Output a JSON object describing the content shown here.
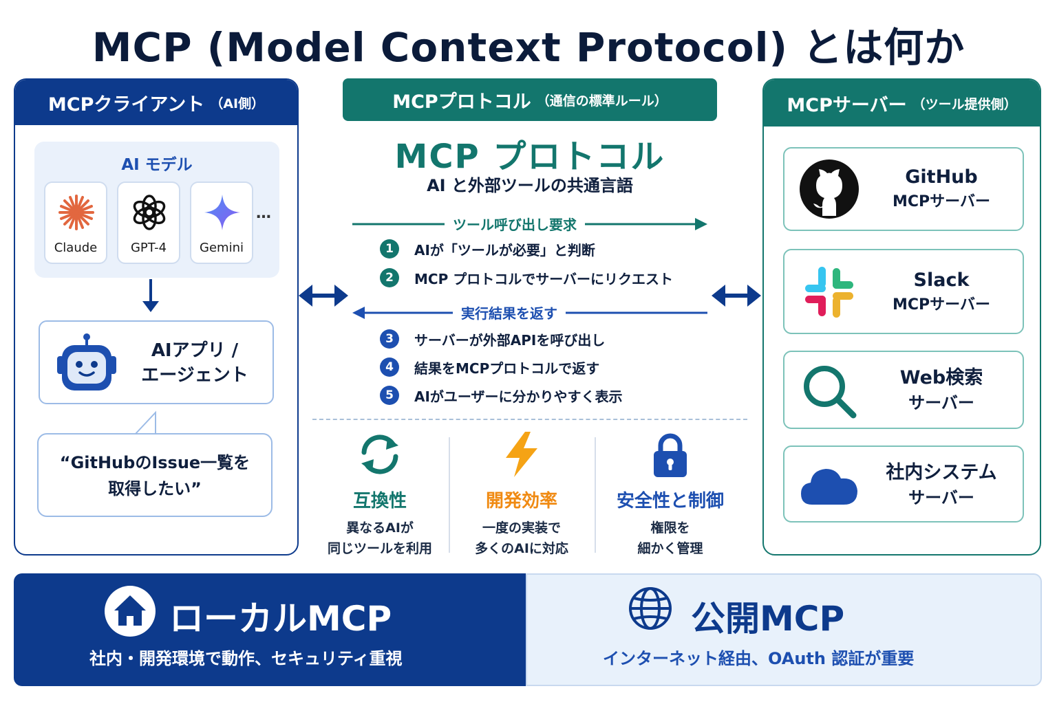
{
  "title": "MCP (Model Context Protocol) とは何か",
  "client": {
    "title": "MCPクライアント",
    "subtitle": "（AI側）",
    "models_title": "AI モデル",
    "models": [
      {
        "name": "Claude",
        "icon": "claude-logo-icon"
      },
      {
        "name": "GPT-4",
        "icon": "openai-logo-icon"
      },
      {
        "name": "Gemini",
        "icon": "gemini-logo-icon"
      }
    ],
    "more": "…",
    "agent_line1": "AIアプリ /",
    "agent_line2": "エージェント",
    "request_line1": "“GitHubのIssue一覧を",
    "request_line2": "取得したい”"
  },
  "protocol": {
    "header": "MCPプロトコル",
    "header_sub": "（通信の標準ルール）",
    "title": "MCP プロトコル",
    "subtitle": "AI と外部ツールの共通言語",
    "request_label": "ツール呼び出し要求",
    "response_label": "実行結果を返す",
    "steps": [
      {
        "num": "1",
        "text": "AIが「ツールが必要」と判断"
      },
      {
        "num": "2",
        "text": "MCP プロトコルでサーバーにリクエスト"
      },
      {
        "num": "3",
        "text": "サーバーが外部APIを呼び出し"
      },
      {
        "num": "4",
        "text": "結果をMCPプロトコルで返す"
      },
      {
        "num": "5",
        "text": "AIがユーザーに分かりやすく表示"
      }
    ],
    "features": [
      {
        "name": "互換性",
        "desc1": "異なるAIが",
        "desc2": "同じツールを利用",
        "color": "#13766d",
        "icon": "sync-icon"
      },
      {
        "name": "開発効率",
        "desc1": "一度の実装で",
        "desc2": "多くのAIに対応",
        "color": "#f08a12",
        "icon": "lightning-icon"
      },
      {
        "name": "安全性と制御",
        "desc1": "権限を",
        "desc2": "細かく管理",
        "color": "#1d4fb0",
        "icon": "lock-icon"
      }
    ]
  },
  "server": {
    "title": "MCPサーバー",
    "subtitle": "（ツール提供側）",
    "items": [
      {
        "line1": "GitHub",
        "line2": "MCPサーバー",
        "icon": "github-logo-icon"
      },
      {
        "line1": "Slack",
        "line2": "MCPサーバー",
        "icon": "slack-logo-icon"
      },
      {
        "line1": "Web検索",
        "line2": "サーバー",
        "icon": "search-icon"
      },
      {
        "line1": "社内システム",
        "line2": "サーバー",
        "icon": "cloud-icon"
      }
    ]
  },
  "bottom": {
    "local_title": "ローカルMCP",
    "local_desc": "社内・開発環境で動作、セキュリティ重視",
    "public_title": "公開MCP",
    "public_desc": "インターネット経由、OAuth 認証が重要"
  },
  "colors": {
    "navy": "#0d3a8c",
    "teal": "#13766d",
    "orange": "#f08a12",
    "blue": "#1d4fb0"
  }
}
